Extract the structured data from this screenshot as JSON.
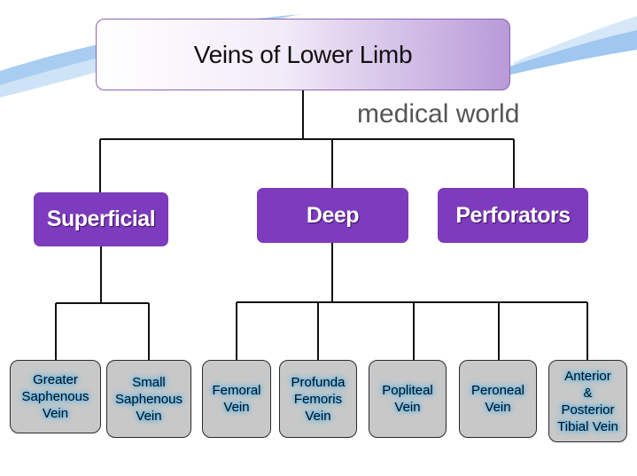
{
  "title": "Veins of Lower Limb",
  "watermark": "medical world",
  "categories": [
    {
      "label": "Superficial"
    },
    {
      "label": "Deep"
    },
    {
      "label": "Perforators"
    }
  ],
  "superficial_veins": [
    {
      "lines": [
        "Greater",
        "Saphenous",
        "Vein"
      ]
    },
    {
      "lines": [
        "Small",
        "Saphenous",
        "Vein"
      ]
    }
  ],
  "deep_veins": [
    {
      "lines": [
        "Femoral",
        "Vein"
      ]
    },
    {
      "lines": [
        "Profunda",
        "Femoris",
        "Vein"
      ]
    },
    {
      "lines": [
        "Popliteal",
        "Vein"
      ]
    },
    {
      "lines": [
        "Peroneal",
        "Vein"
      ]
    },
    {
      "lines": [
        "Anterior",
        "&",
        "Posterior",
        "Tibial Vein"
      ]
    }
  ],
  "colors": {
    "category_fill": "#7d3bbd",
    "leaf_fill": "#c8c8c8",
    "leaf_text_glow": "#38aef5",
    "title_gradient_end": "#b89ad8"
  }
}
